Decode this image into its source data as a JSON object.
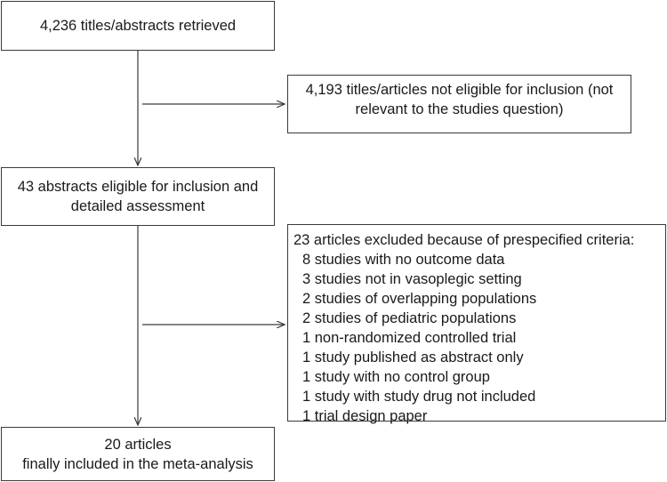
{
  "boxes": {
    "retrieved": "4,236 titles/abstracts retrieved",
    "not_eligible": "4,193 titles/articles not eligible for inclusion (not relevant to the studies question)",
    "eligible": "43 abstracts eligible for inclusion and detailed assessment",
    "excluded": {
      "heading": "23 articles excluded because of prespecified criteria:",
      "items": [
        "8 studies with no outcome data",
        "3 studies not in vasoplegic setting",
        "2 studies of overlapping populations",
        "2 studies of pediatric populations",
        "1 non-randomized controlled trial",
        "1 study published as abstract only",
        "1 study with no control group",
        "1 study with study drug not included",
        "1 trial design paper"
      ]
    },
    "included": {
      "line1": "20 articles",
      "line2": "finally included in the meta-analysis"
    }
  },
  "colors": {
    "line": "#3a3a3a",
    "text": "#1a1a1a"
  }
}
